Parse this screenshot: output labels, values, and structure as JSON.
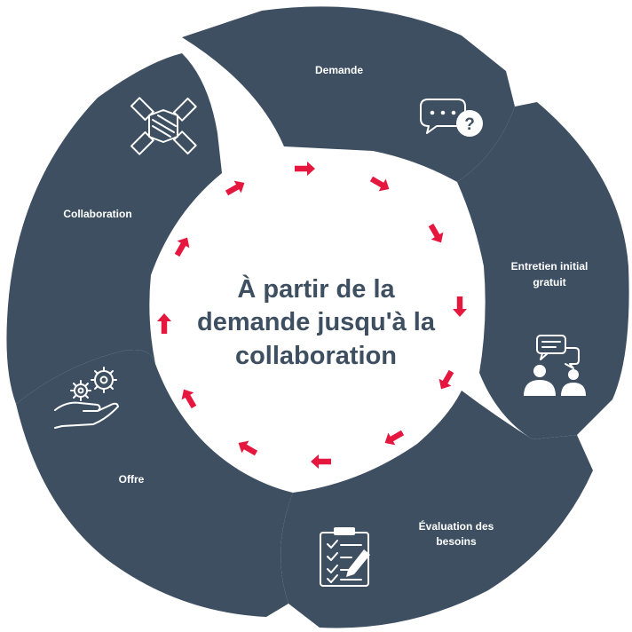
{
  "center": {
    "lines": [
      "À partir de la",
      "demande jusqu'à la",
      "collaboration"
    ]
  },
  "steps": [
    {
      "label_lines": [
        "Demande"
      ],
      "icon": "chat-question-icon"
    },
    {
      "label_lines": [
        "Entretien initial",
        "gratuit"
      ],
      "icon": "consultation-icon"
    },
    {
      "label_lines": [
        "Évaluation des",
        "besoins"
      ],
      "icon": "clipboard-checklist-icon"
    },
    {
      "label_lines": [
        "Offre"
      ],
      "icon": "gears-hand-icon"
    },
    {
      "label_lines": [
        "Collaboration"
      ],
      "icon": "joined-hands-icon"
    }
  ],
  "colors": {
    "segment": "#3d4f61",
    "arrow": "#e5173f",
    "center_text": "#3d4f61",
    "background": "#ffffff"
  }
}
